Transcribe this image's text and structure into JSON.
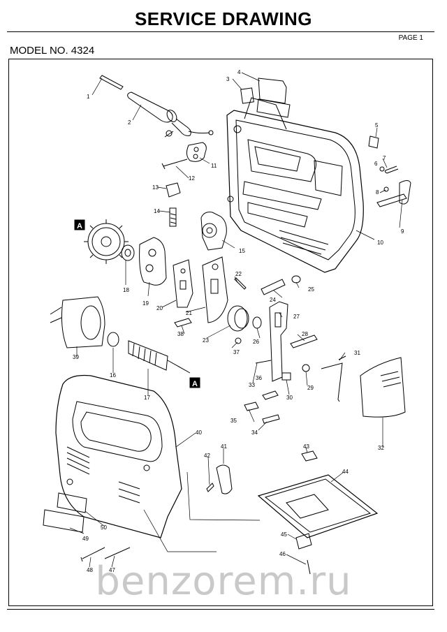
{
  "header": {
    "title": "SERVICE DRAWING",
    "page": "PAGE 1",
    "model": "MODEL NO. 4324"
  },
  "markers": [
    "A",
    "A"
  ],
  "callouts": [
    "1",
    "2",
    "3",
    "4",
    "5",
    "6",
    "7",
    "8",
    "9",
    "10",
    "11",
    "12",
    "13",
    "14",
    "15",
    "16",
    "17",
    "18",
    "19",
    "20",
    "21",
    "22",
    "23",
    "24",
    "25",
    "26",
    "27",
    "28",
    "29",
    "30",
    "31",
    "32",
    "33",
    "34",
    "35",
    "36",
    "37",
    "38",
    "39",
    "40",
    "41",
    "42",
    "43",
    "44",
    "45",
    "46",
    "47",
    "48",
    "49",
    "50"
  ],
  "watermark": "benzorem.ru"
}
